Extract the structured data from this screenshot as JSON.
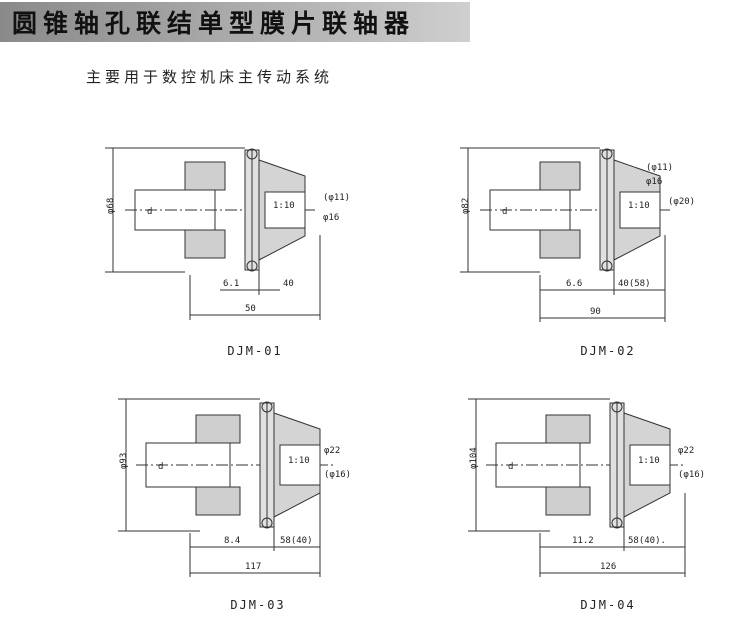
{
  "header": {
    "title": "圆锥轴孔联结单型膜片联轴器",
    "subtitle": "主要用于数控机床主传动系统"
  },
  "drawings": [
    {
      "caption": "DJM-01",
      "outer_dia": "φ68",
      "bore": "d",
      "taper": "1:10",
      "small_dia": "(φ11)",
      "large_dia": "φ16",
      "gap": "6.1",
      "hub_len": "40",
      "total_len": "50"
    },
    {
      "caption": "DJM-02",
      "outer_dia": "φ82",
      "bore": "d",
      "taper": "1:10",
      "small_dia": "(φ11)",
      "large_dia": "φ16",
      "extra_dia": "(φ20)",
      "gap": "6.6",
      "hub_len": "40(58)",
      "total_len": "90"
    },
    {
      "caption": "DJM-03",
      "outer_dia": "φ93",
      "bore": "d",
      "taper": "1:10",
      "large_dia": "φ22",
      "extra_dia": "(φ16)",
      "gap": "8.4",
      "hub_len": "58(40)",
      "total_len": "117"
    },
    {
      "caption": "DJM-04",
      "outer_dia": "φ104",
      "bore": "d",
      "taper": "1:10",
      "large_dia": "φ22",
      "extra_dia": "(φ16)",
      "gap": "11.2",
      "hub_len": "58(40).",
      "total_len": "126"
    }
  ]
}
